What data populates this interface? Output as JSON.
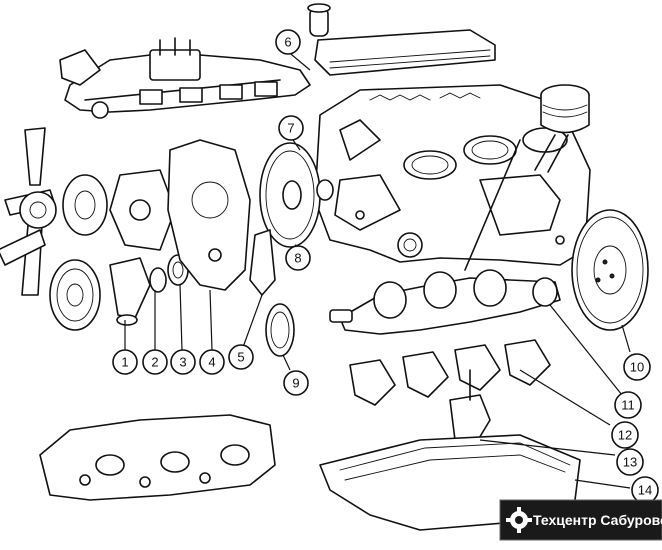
{
  "callouts": [
    {
      "id": "1",
      "label": "1"
    },
    {
      "id": "2",
      "label": "2"
    },
    {
      "id": "3",
      "label": "3"
    },
    {
      "id": "4",
      "label": "4"
    },
    {
      "id": "5",
      "label": "5"
    },
    {
      "id": "6",
      "label": "6"
    },
    {
      "id": "7",
      "label": "7"
    },
    {
      "id": "8",
      "label": "8"
    },
    {
      "id": "9",
      "label": "9"
    },
    {
      "id": "10",
      "label": "10"
    },
    {
      "id": "11",
      "label": "11"
    },
    {
      "id": "12",
      "label": "12"
    },
    {
      "id": "13",
      "label": "13"
    },
    {
      "id": "14",
      "label": "14"
    }
  ],
  "watermark": {
    "text": "Техцентр Сабурово"
  }
}
